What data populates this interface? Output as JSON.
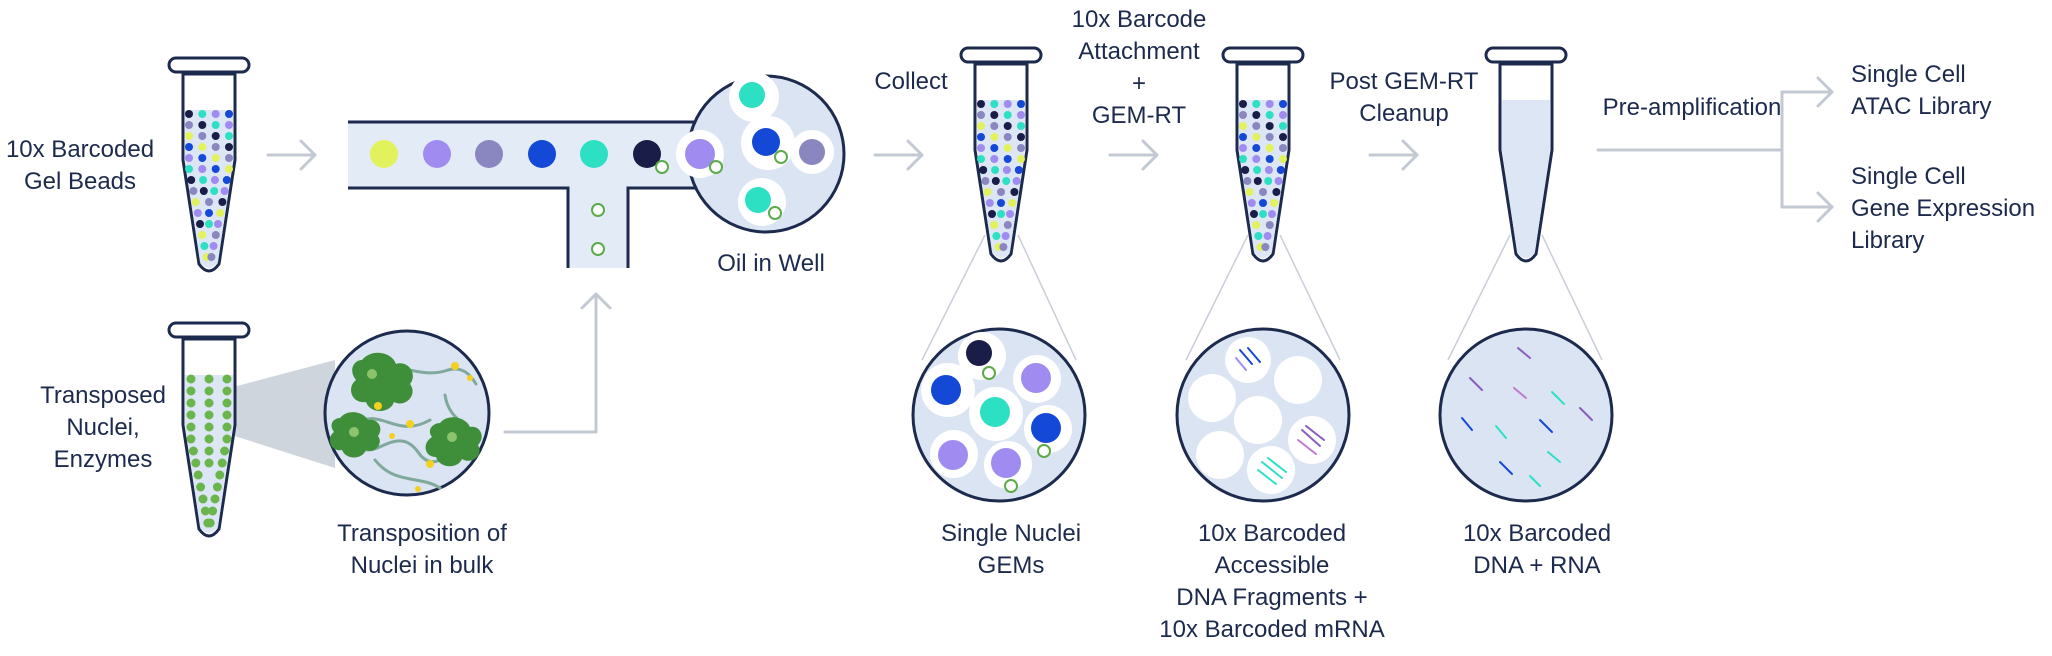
{
  "labels": {
    "gel_beads": [
      "10x Barcoded",
      "Gel Beads"
    ],
    "nuclei": [
      "Transposed",
      "Nuclei,",
      "Enzymes"
    ],
    "transposition": [
      "Transposition of",
      "Nuclei in bulk"
    ],
    "oil_in_well": [
      "Oil in Well"
    ],
    "collect": [
      "Collect"
    ],
    "barcode_attachment": [
      "10x Barcode",
      "Attachment",
      "+",
      "GEM-RT"
    ],
    "cleanup": [
      "Post GEM-RT",
      "Cleanup"
    ],
    "preamp": [
      "Pre-amplification"
    ],
    "atac_library": [
      "Single Cell",
      "ATAC Library"
    ],
    "gex_library": [
      "Single Cell",
      "Gene Expression",
      "Library"
    ],
    "gems": [
      "Single Nuclei",
      "GEMs"
    ],
    "fragments": [
      "10x Barcoded",
      "Accessible",
      "DNA Fragments +",
      "10x Barcoded mRNA"
    ],
    "dna_rna": [
      "10x Barcoded",
      "DNA + RNA"
    ]
  },
  "colors": {
    "text": "#1c2a4d",
    "outline": "#1c2a4d",
    "tube_fill": "#dde6f4",
    "arrow": "#c3c9d3",
    "channel": "#e3ebf7",
    "bead_yellow": "#e1f25c",
    "bead_lavender": "#a08cf0",
    "bead_mauve": "#8a86c0",
    "bead_blue": "#1448d6",
    "bead_teal": "#2de0c4",
    "bead_navy": "#1a1d48",
    "nuclei_green": "#6ab54c",
    "cell_green": "#3f8f3a",
    "ring_green": "#5cab4a",
    "spot": "#f5d020"
  }
}
